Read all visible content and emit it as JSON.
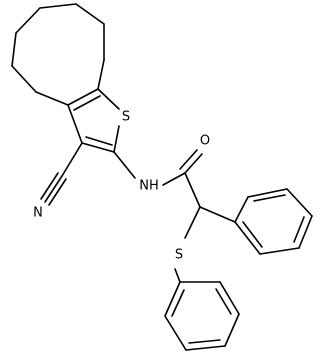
{
  "molecule": {
    "atoms": {
      "sulfur_ring": "S",
      "nitrogen_nitrile": "N",
      "nitrogen_amide": "NH",
      "oxygen_carbonyl": "O",
      "sulfur_thioether": "S"
    }
  }
}
